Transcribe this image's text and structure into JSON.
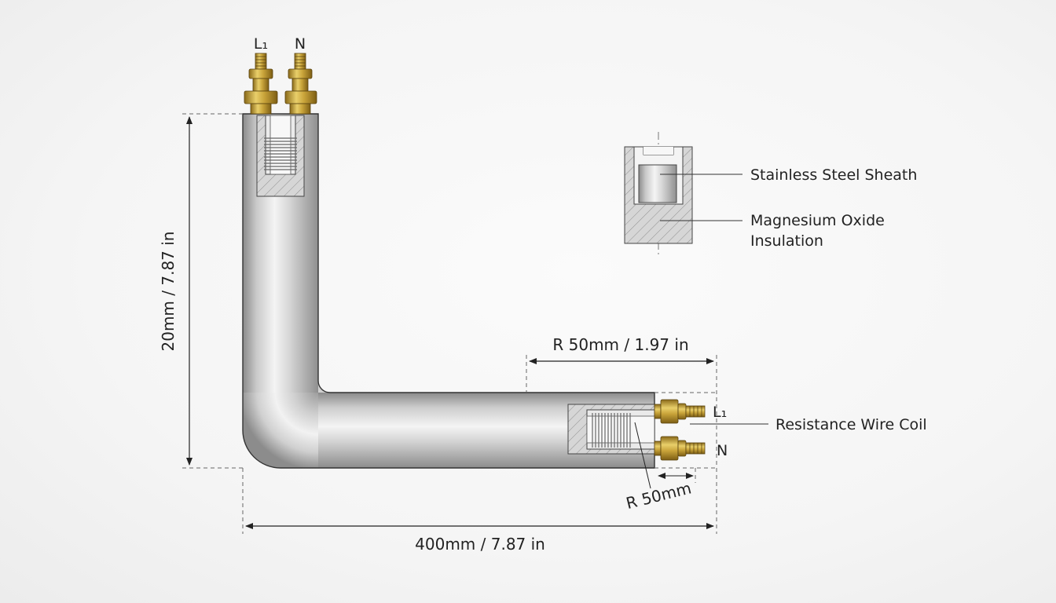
{
  "terminals": {
    "top_l1": "L₁",
    "top_n": "N",
    "right_l1": "L₁",
    "right_n": "N"
  },
  "dimensions": {
    "height": "20mm / 7.87 in",
    "length": "400mm / 7.87 in",
    "bend_radius_top": "R 50mm / 1.97 in",
    "bend_radius_small": "R 50mm"
  },
  "callouts": {
    "sheath": "Stainless Steel Sheath",
    "insulation_line1": "Magnesium Oxide",
    "insulation_line2": "Insulation",
    "coil": "Resistance Wire Coil"
  },
  "colors": {
    "brass": "#c9a43a",
    "steel": "#b9b9b9",
    "line": "#333333"
  }
}
